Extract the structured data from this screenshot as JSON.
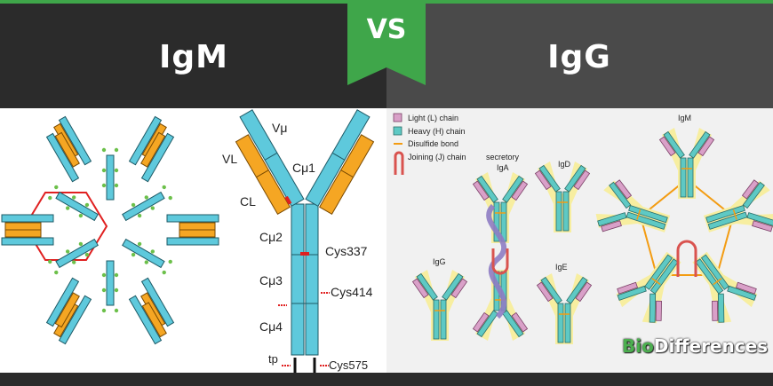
{
  "header": {
    "left_title": "IgM",
    "right_title": "IgG",
    "vs": "VS"
  },
  "left_panel": {
    "labels": {
      "v_mu": "Vμ",
      "vl": "VL",
      "c_mu1": "Cμ1",
      "cl": "CL",
      "c_mu2": "Cμ2",
      "cys337": "Cys337",
      "c_mu3": "Cμ3",
      "cys414": "Cys414",
      "c_mu4": "Cμ4",
      "tp": "tp",
      "cys575": "Cys575"
    }
  },
  "right_panel": {
    "legend": [
      {
        "label": "Light (L) chain",
        "color": "#d9a0c8"
      },
      {
        "label": "Heavy (H) chain",
        "color": "#5ec9c4"
      },
      {
        "label": "Disulfide bond",
        "color": "#f39c12"
      },
      {
        "label": "Joining (J) chain",
        "color": "#d9534f"
      }
    ],
    "labels": {
      "secretory": "secretory",
      "iga": "IgA",
      "igd": "IgD",
      "igm": "IgM",
      "igg": "IgG",
      "ige": "IgE"
    }
  },
  "watermark": {
    "part1": "Bio",
    "part2": "Differences"
  },
  "colors": {
    "green": "#3fa64a",
    "header_dark": "#2b2b2b",
    "header_gray": "#4a4a4a",
    "heavy_chain": "#5ec9dc",
    "light_chain": "#f5a623",
    "disulfide": "#e02020",
    "highlight": "#f7eea0"
  }
}
